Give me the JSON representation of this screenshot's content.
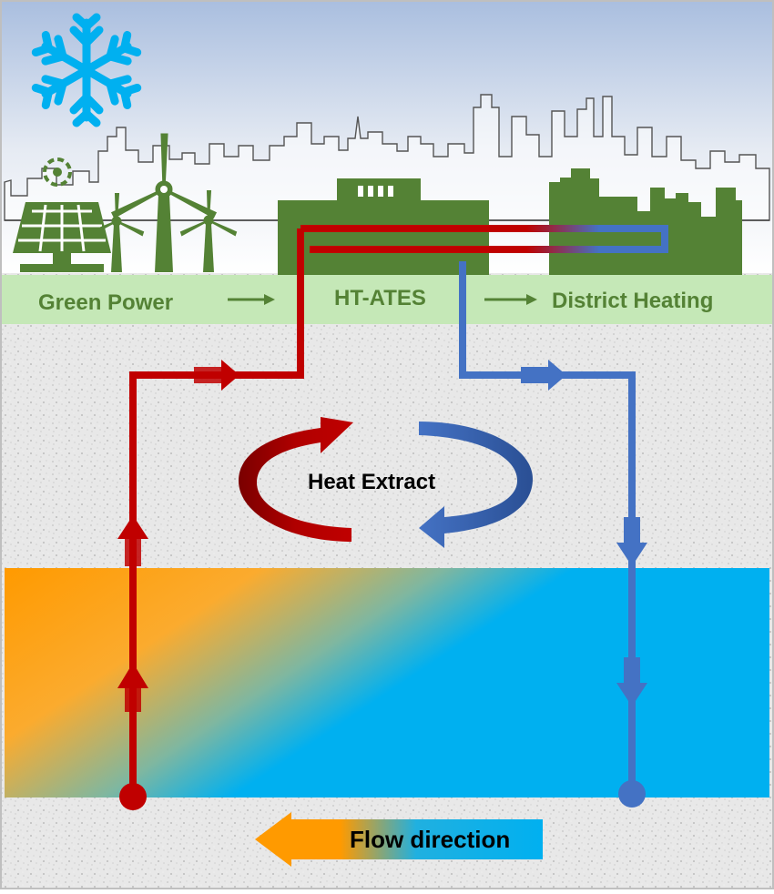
{
  "labels": {
    "green_power": "Green Power",
    "ht_ates": "HT-ATES",
    "district_heating": "District Heating",
    "heat_extract": "Heat Extract",
    "flow_direction": "Flow direction"
  },
  "icons": [
    "snowflake-icon",
    "solar-panel-icon",
    "wind-turbine-icon",
    "power-plant-icon",
    "city-skyline-icon"
  ],
  "colors": {
    "hot_pipe": "#c00000",
    "cold_pipe": "#4472c4",
    "green": "#548235",
    "green_band": "#c5e8b7",
    "aquifer_warm": "#ff9a00",
    "aquifer_cold": "#00b0f0",
    "snowflake": "#00b0f0"
  }
}
